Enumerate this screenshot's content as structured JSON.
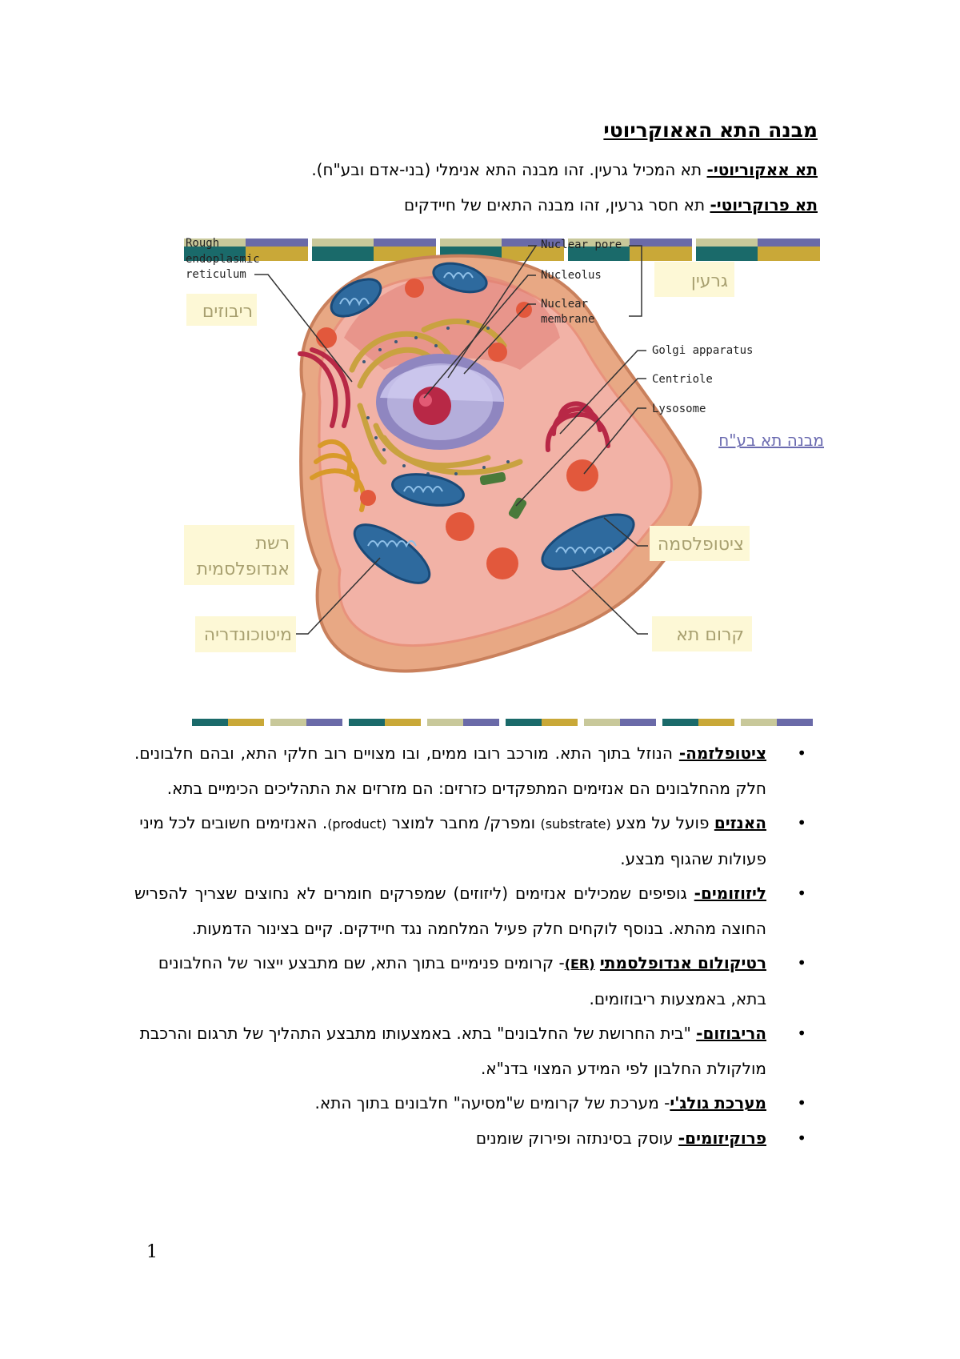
{
  "doc": {
    "title": "מבנה התא האאוקריוטי",
    "definitions": [
      {
        "term": "תא אאקוריוטי-",
        "text": " תא המכיל גרעין. זהו מבנה התא אנימלי (בני-אדם ובע\"ח)."
      },
      {
        "term": "תא פרוקריוטי-",
        "text": " תא חסר גרעין, זהו מבנה התאים של חיידקים"
      }
    ],
    "figure": {
      "english_labels": {
        "rough_er": [
          "Rough",
          "endoplasmic",
          "reticulum"
        ],
        "nuclear_pore": "Nuclear pore",
        "nucleolus": "Nucleolus",
        "nuclear_membrane": [
          "Nuclear",
          "membrane"
        ],
        "golgi": "Golgi apparatus",
        "centriole": "Centriole",
        "lysosome": "Lysosome"
      },
      "hebrew_labels": {
        "nucleus": "גרעין",
        "ribosomes": "ריבוזים",
        "er": [
          "רשת",
          "אנדופלסמית"
        ],
        "cytoplasm": "ציטופלסמה",
        "mitochondria": "מיטוכונדריה",
        "cell_membrane": "קרום תא"
      },
      "caption": "מבנה תא בע\"ח",
      "colors": {
        "label_bg": "#fdf8d6",
        "label_text": "#a8a070",
        "caption": "#6b6bb0",
        "stripe_a": "#1a6a6a",
        "stripe_b": "#c9a838",
        "stripe_c": "#c8c89a",
        "stripe_d": "#6a6aa8"
      }
    },
    "bullets": [
      {
        "term": "ציטופלזמה-",
        "text": " הנוזל בתוך התא. מורכב רובו ממים, ובו מצויים רוב חלקי התא, ובהם חלבונים. חלק מהחלבונים הם אנזימים המתפקדים כזרזים: הם מזרזים את התהליכים הכימיים בתא."
      },
      {
        "term": "האנזים",
        "text_a": " פועל על מצע ",
        "word_a": "(substrate)",
        "text_b": " ומפרק/ מחבר למוצר ",
        "word_b": "(product)",
        "text_c": ". האנזימים חשובים לכל מיני פעולות שהגוף מבצע."
      },
      {
        "term": "ליזוזומים-",
        "text": " גופיפים שמכילים אנזימים (ליזוזים) שמפרקים חומרים לא נחוצים שצריך להפריש החוצה מהתא. בנוסף לוקחים חלק פעיל המלחמה נגד חיידקים. קיים בצינור הדמעות."
      },
      {
        "term": "רטיקולום אנדופלסמתי",
        "word": "(ER)",
        "text": "- קרומים פנימיים בתוך התא, שם מתבצע ייצור של החלבונים בתא, באמצעות ריבוזומים."
      },
      {
        "term": "הריבוזום-",
        "text": " \"בית החרושת של החלבונים\" בתא. באמצעותו מתבצע התהליך של תרגום והרכבת מולקולת החלבון לפי המידע המצוי בדנ\"א."
      },
      {
        "term": "מערכת גולג'י",
        "text": "- מערכת של קרומים ש\"מסיעה\" חלבונים בתוך התא."
      },
      {
        "term": "פרוקיזומים-",
        "text": " עוסק בסינתזה ופירוק שומנים"
      }
    ],
    "bullet_symbol": "•",
    "page_number": "1"
  }
}
